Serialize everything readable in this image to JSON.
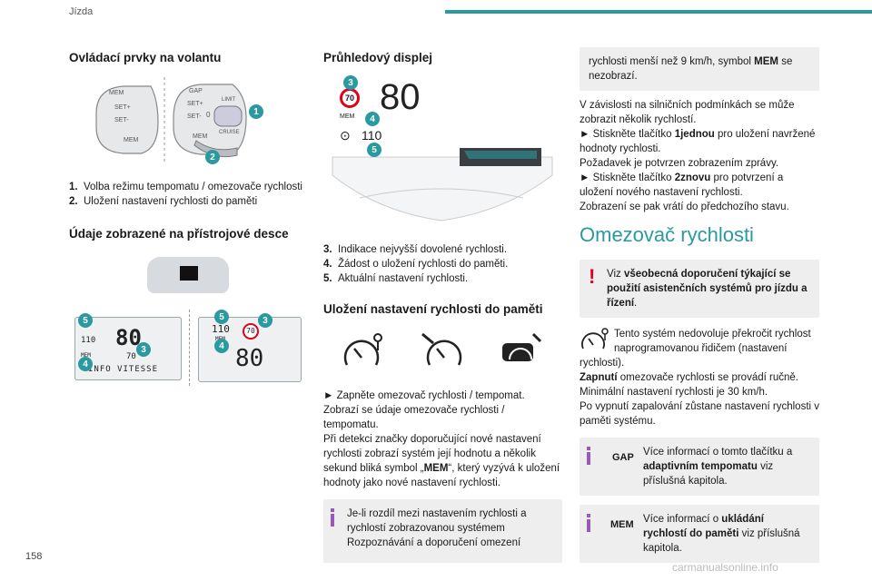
{
  "header": {
    "section": "Jízda",
    "page_number": "158"
  },
  "watermark": "carmanualsonline.info",
  "col1": {
    "h1": "Ovládací prvky na volantu",
    "stalk_labels": {
      "mem": "MEM",
      "set_plus": "SET+",
      "set_minus": "SET-",
      "gap": "GAP",
      "limit": "LIMIT",
      "cruise": "CRUISE",
      "zero": "0"
    },
    "items": [
      {
        "num": "1.",
        "text": "Volba režimu tempomatu / omezovače rychlosti"
      },
      {
        "num": "2.",
        "text": "Uložení nastavení rychlosti do paměti"
      }
    ],
    "h2": "Údaje zobrazené na přístrojové desce",
    "lcd_left": {
      "speed": "80",
      "set": "110",
      "mem": "MEM",
      "limit_sign": "70",
      "info": "INFO VITESSE"
    },
    "lcd_right": {
      "set": "110",
      "mem": "MEM",
      "limit_sign": "70",
      "speed": "80"
    },
    "callouts": [
      "1",
      "2",
      "3",
      "4",
      "5"
    ]
  },
  "col2": {
    "h1": "Průhledový displej",
    "hud": {
      "limit_sign": "70",
      "speed": "80",
      "mem": "MEM",
      "set": "110"
    },
    "items": [
      {
        "num": "3.",
        "text": "Indikace nejvyšší dovolené rychlosti."
      },
      {
        "num": "4.",
        "text": "Žádost o uložení rychlosti do paměti."
      },
      {
        "num": "5.",
        "text": "Aktuální nastavení rychlosti."
      }
    ],
    "h2": "Uložení nastavení rychlosti do paměti",
    "p1": "► Zapněte omezovač rychlosti / tempomat.",
    "p2": "Zobrazí se údaje omezovače rychlosti / tempomatu.",
    "p3a": "Při detekci značky doporučující nové nastavení rychlosti zobrazí systém její hodnotu a několik sekund bliká symbol „",
    "p3b": "MEM",
    "p3c": "“, který vyzývá k uložení hodnoty jako nové nastavení rychlosti.",
    "note": "Je-li rozdíl mezi nastavením rychlosti a rychlostí zobrazovanou systémem Rozpoznávání a doporučení omezení"
  },
  "col3": {
    "note_cont_a": "rychlosti menší než 9 km/h, symbol ",
    "note_cont_b": "MEM",
    "note_cont_c": " se nezobrazí.",
    "p1": "V závislosti na silničních podmínkách se může zobrazit několik rychlostí.",
    "p2a": "► Stiskněte tlačítko ",
    "p2b": "1jednou",
    "p2c": " pro uložení navržené hodnoty rychlosti.",
    "p3": "Požadavek je potvrzen zobrazením zprávy.",
    "p4a": "► Stiskněte tlačítko ",
    "p4b": "2znovu",
    "p4c": " pro potvrzení a uložení nového nastavení rychlosti.",
    "p5": "Zobrazení se pak vrátí do předchozího stavu.",
    "title": "Omezovač rychlosti",
    "warn_a": "Viz ",
    "warn_b": "všeobecná doporučení týkající se použití asistenčních systémů pro jízdu a řízení",
    "warn_c": ".",
    "sys_p1": "Tento systém nedovoluje překročit rychlost naprogramovanou řidičem (nastavení rychlosti).",
    "sys_p2a": "Zapnutí",
    "sys_p2b": " omezovače rychlosti se provádí ručně.",
    "sys_p3": "Minimální nastavení rychlosti je 30 km/h.",
    "sys_p4": "Po vypnutí zapalování zůstane nastavení rychlosti v paměti systému.",
    "gap_icon": "GAP",
    "gap_a": "Více informací o tomto tlačítku a ",
    "gap_b": "adaptivním tempomatu",
    "gap_c": " viz příslušná kapitola.",
    "mem_icon": "MEM",
    "mem_a": "Více informací o ",
    "mem_b": "ukládání rychlostí do paměti",
    "mem_c": " viz příslušná kapitola."
  },
  "colors": {
    "accent": "#2a9aa0",
    "info_bar": "#9b59b6",
    "warning": "#e2001a",
    "limit_ring": "#e2001a"
  }
}
